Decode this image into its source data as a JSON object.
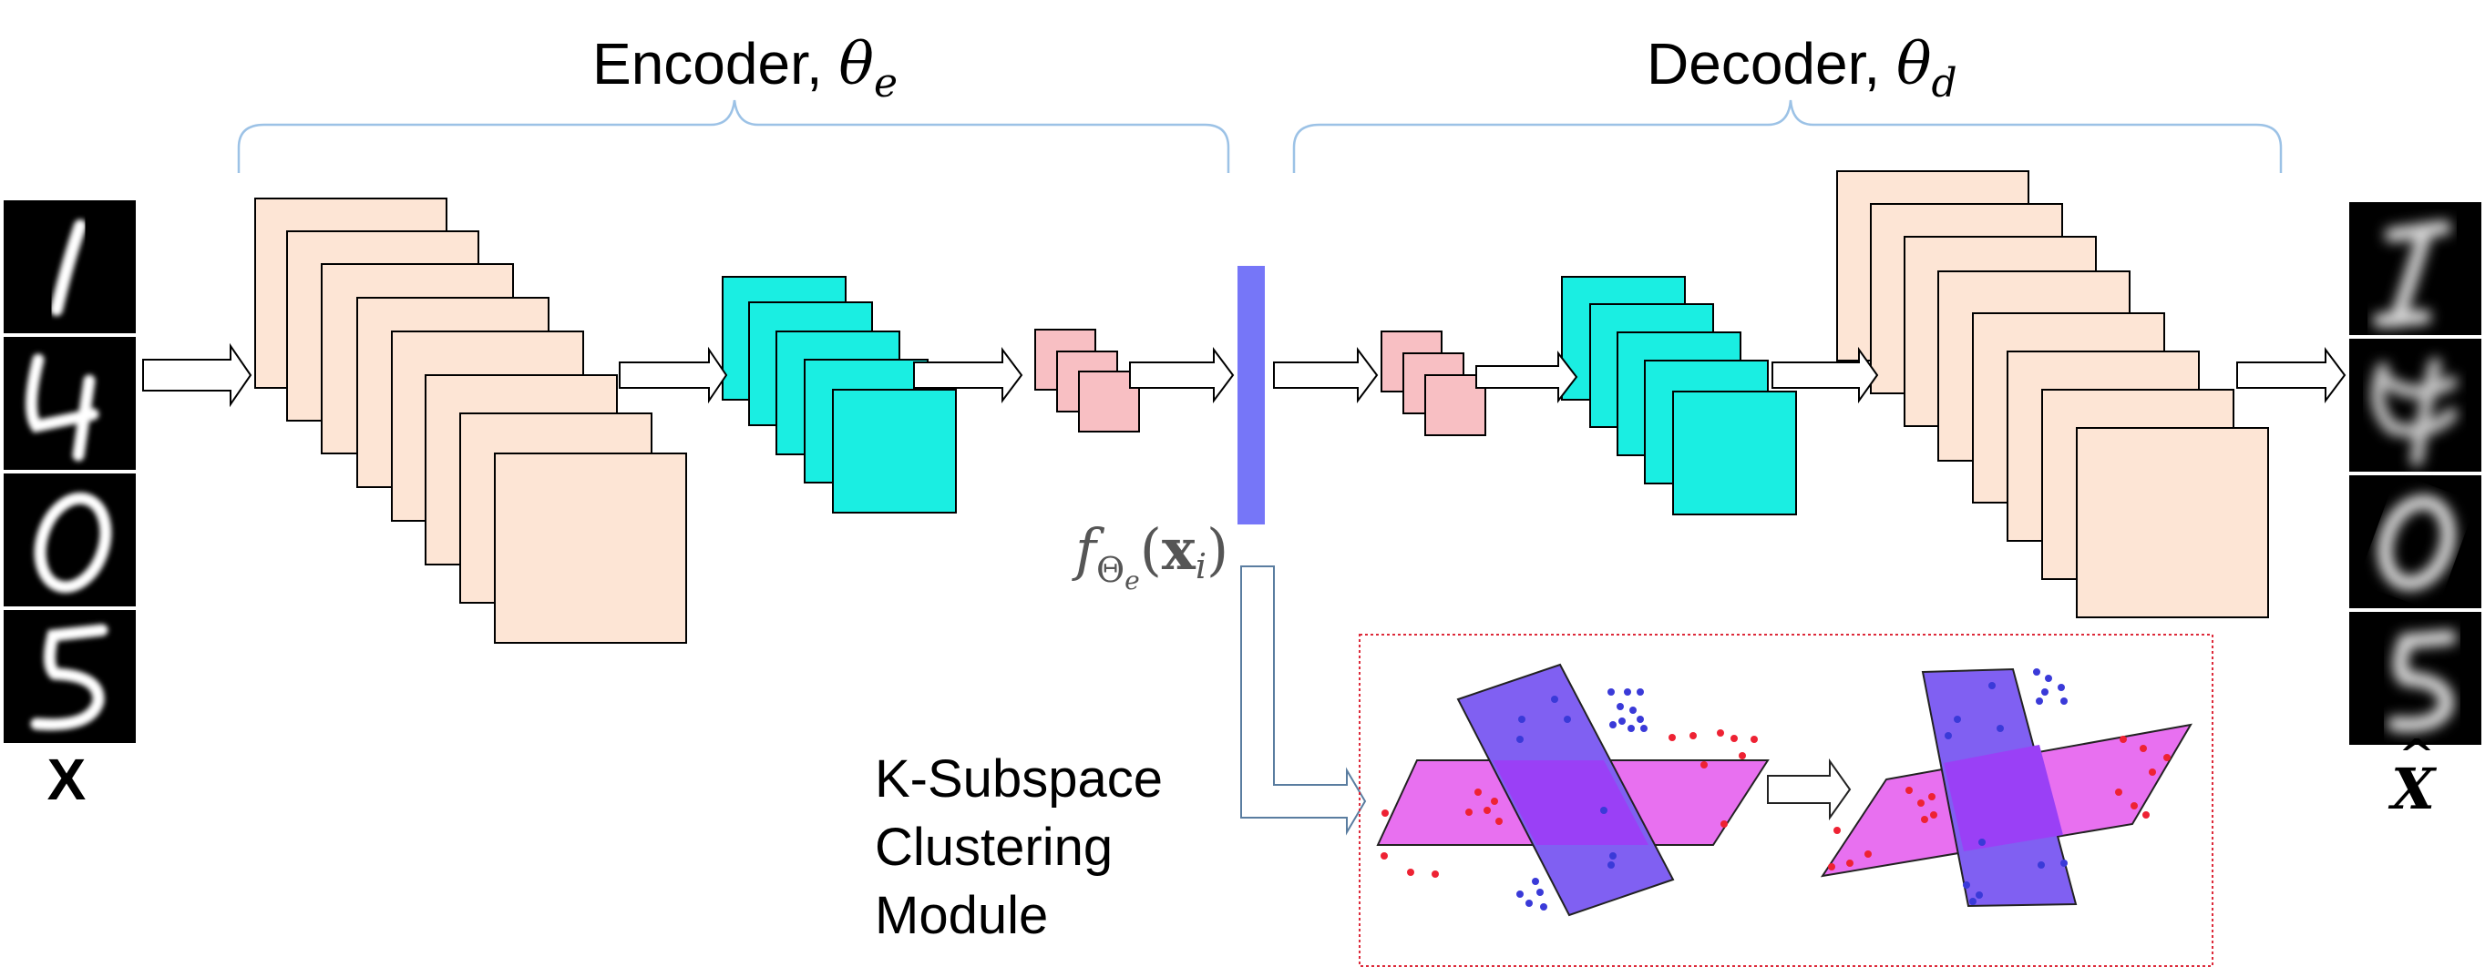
{
  "encoder": {
    "label": "Encoder, ",
    "theta": "θ",
    "sub": "e"
  },
  "decoder": {
    "label": "Decoder, ",
    "theta": "θ",
    "sub": "d"
  },
  "input": {
    "label": "X"
  },
  "output": {
    "label": "X",
    "hat": "^"
  },
  "embedding": {
    "f": "f",
    "theta_sub": "Θ",
    "e_sub": "e",
    "x": "x",
    "i": "i",
    "paren_open": "(",
    "paren_close": ")"
  },
  "clustering_module": {
    "line1": "K-Subspace",
    "line2": "Clustering",
    "line3": "Module"
  },
  "input_digits": [
    "1",
    "4",
    "0",
    "5"
  ],
  "output_digits": [
    "1",
    "4",
    "0",
    "5"
  ],
  "colors": {
    "large_map": "#fde5d5",
    "mid_map": "#1aeee2",
    "small_map": "#f8bfc3",
    "latent_bar": "#7676f8",
    "brace": "#9cc2e6",
    "plane_magenta": "#e870f0",
    "plane_purple": "#8060f2",
    "overlap": "#9a40f6",
    "dot_red": "#ee2233",
    "dot_blue": "#3a3ad8",
    "box_border": "#dd2a3a",
    "connector": "#5a7da0"
  }
}
